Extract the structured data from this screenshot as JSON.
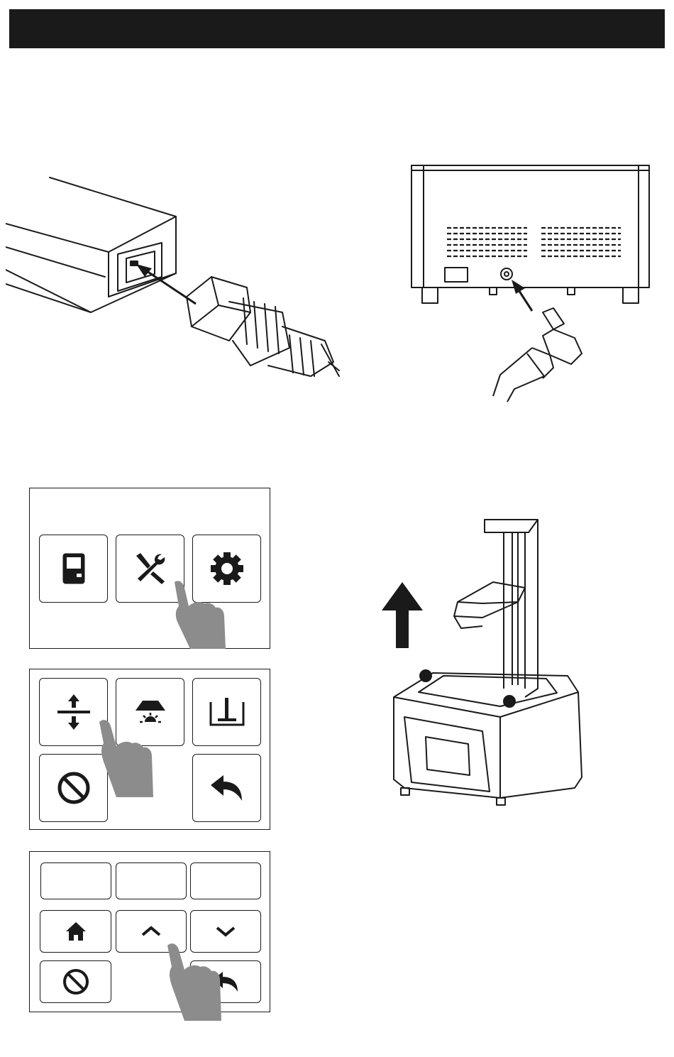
{
  "header": {
    "title": ""
  },
  "illustrations": {
    "power_adapter": {
      "icon": "power-adapter-plug"
    },
    "printer_rear": {
      "icon": "printer-rear-dc-input"
    },
    "printer_front": {
      "icon": "printer-raise-arm"
    }
  },
  "panels": {
    "main_menu": {
      "buttons": [
        {
          "name": "print",
          "icon": "sd-card-icon"
        },
        {
          "name": "tools",
          "icon": "tools-icon"
        },
        {
          "name": "settings",
          "icon": "gear-icon"
        }
      ]
    },
    "tools_menu": {
      "buttons": [
        {
          "name": "move-z",
          "icon": "move-z-icon"
        },
        {
          "name": "exposure-test",
          "icon": "uv-light-icon"
        },
        {
          "name": "level",
          "icon": "level-icon"
        },
        {
          "name": "stop",
          "icon": "stop-icon"
        },
        {
          "name": "back",
          "icon": "back-icon"
        }
      ]
    },
    "move_menu": {
      "step_buttons": [
        "",
        "",
        ""
      ],
      "buttons": [
        {
          "name": "home",
          "icon": "home-icon"
        },
        {
          "name": "up",
          "icon": "chevron-up-icon"
        },
        {
          "name": "down",
          "icon": "chevron-down-icon"
        },
        {
          "name": "stop",
          "icon": "stop-icon"
        },
        {
          "name": "back",
          "icon": "back-icon"
        }
      ]
    }
  },
  "colors": {
    "ink": "#1a1a1a",
    "finger": "#8c8c8c"
  }
}
